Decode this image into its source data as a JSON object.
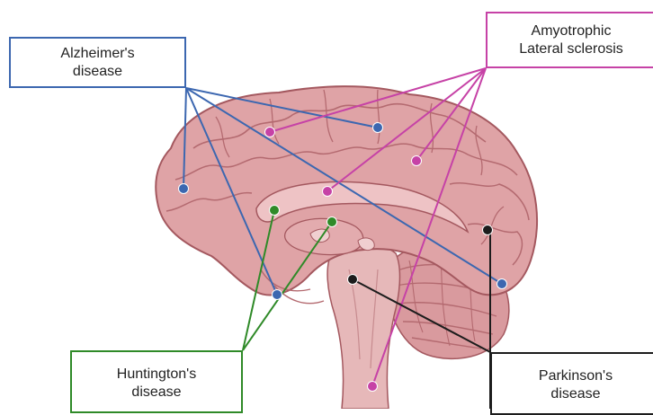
{
  "labels": {
    "alzheimers": {
      "line1": "Alzheimer's",
      "line2": "disease",
      "color": "#3c67b0"
    },
    "als": {
      "line1": "Amyotrophic",
      "line2": "Lateral sclerosis",
      "color": "#c642a6"
    },
    "huntingtons": {
      "line1": "Huntington's",
      "line2": "disease",
      "color": "#2f8a28"
    },
    "parkinsons": {
      "line1": "Parkinson's",
      "line2": "disease",
      "color": "#1c1c1c"
    }
  },
  "colors": {
    "brain_fill": "#dfa3a6",
    "brain_outline": "#a4585f",
    "cerebellum_fill": "#d99a9e",
    "brainstem_fill": "#e6b8b9"
  }
}
